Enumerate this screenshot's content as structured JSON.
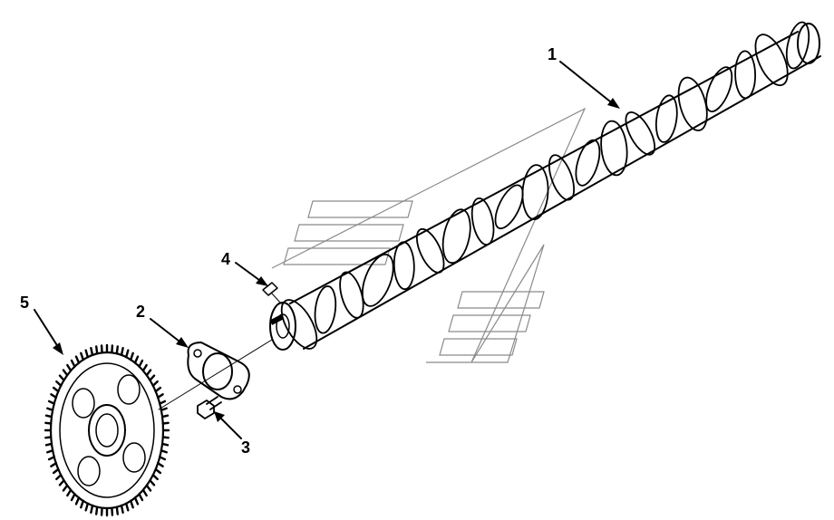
{
  "callouts": {
    "camshaft": "1",
    "thrust_plate": "2",
    "screw": "3",
    "key": "4",
    "gear": "5"
  },
  "colors": {
    "ink": "#000000",
    "watermark": "#8a8a8a",
    "background": "#ffffff"
  }
}
